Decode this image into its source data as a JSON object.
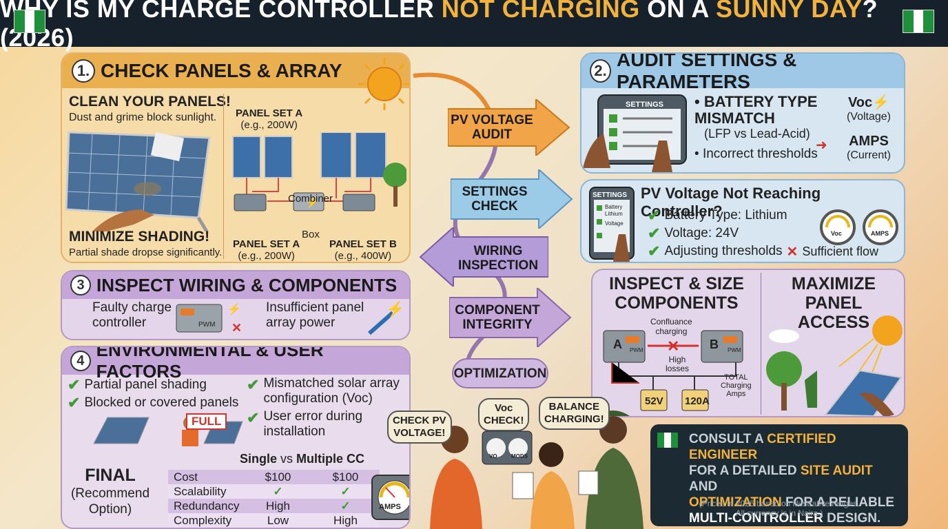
{
  "title": {
    "part1": "WHY IS MY CHARGE CONTROLLER ",
    "highlight1": "NOT CHARGING",
    "part2": " ON A ",
    "highlight2": "SUNNY DAY",
    "part3": "? (2026)"
  },
  "colors": {
    "title_bg": "#17212b",
    "highlight": "#f3b23b",
    "check": "#3f9b36",
    "cross": "#d3312a"
  },
  "panel1": {
    "num": "1.",
    "heading": "CHECK PANELS & ARRAY",
    "clean_title": "CLEAN YOUR PANELS!",
    "clean_text": "Dust and grime block sunlight.",
    "shade_title": "MINIMIZE SHADING!",
    "shade_text": "Partial shade dropse significantly.",
    "set_a_top": "PANEL SET A",
    "set_a_top_sub": "(e.g., 200W)",
    "combiner": "Combiner",
    "box": "Box",
    "set_a_bottom": "PANEL SET A",
    "set_a_bottom_sub": "(e.g., 200W)",
    "set_b_bottom": "PANEL SET B",
    "set_b_bottom_sub": "(e.g., 400W)"
  },
  "panel3": {
    "num": "3",
    "heading": "INSPECT WIRING & COMPONENTS",
    "item1": "Faulty charge\ncontroller",
    "item2": "Insufficient panel\narray power",
    "device_label": "PWM"
  },
  "panel4": {
    "num": "4",
    "heading": "ENVIRONMENTAL & USER FACTORS",
    "left_items": [
      "Partial panel shading",
      "Blocked or covered panels"
    ],
    "right_items": [
      "Mismatched solar array\nconfiguration (Voc)",
      "User error during\ninstallation"
    ],
    "full_label": "FULL",
    "final_title": "FINAL",
    "final_sub": "(Recommend\nOption)",
    "table_header_single": "Single",
    "table_header_vs": " vs ",
    "table_header_multi": "Multiple CC",
    "rows": [
      {
        "label": "Cost",
        "single": "$100",
        "multi": "$100"
      },
      {
        "label": "Scalability",
        "single": "✓",
        "multi": "✓"
      },
      {
        "label": "Redundancy",
        "single": "High",
        "multi": "✓"
      },
      {
        "label": "Complexity",
        "single": "Low",
        "multi": "High"
      }
    ],
    "gauge_label": "AMPS"
  },
  "flow": {
    "pv_voltage_audit": "PV VOLTAGE\nAUDIT",
    "settings_check": "SETTINGS\nCHECK",
    "wiring_inspection": "WIRING\nINSPECTION",
    "component_integrity": "COMPONENT\nINTEGRITY",
    "optimization": "OPTIMIZATION"
  },
  "panel2": {
    "num": "2.",
    "heading": "AUDIT SETTINGS & PARAMETERS",
    "tablet_title": "SETTINGS",
    "bullet1": "BATTERY TYPE\nMISMATCH",
    "bullet1_sub": "(LFP vs Lead-Acid)",
    "bullet2": "Incorrect thresholds",
    "voc": "Voc",
    "voc_sub": "(Voltage)",
    "amps": "AMPS",
    "amps_sub": "(Current)"
  },
  "panel2b": {
    "phone_title": "SETTINGS",
    "phone_lines": [
      "Battery",
      "Lithium",
      "Voltage"
    ],
    "heading": "PV Voltage Not Reaching Controller?",
    "items": [
      "Battery Type: Lithium",
      "Voltage: 24V",
      "Adjusting thresholds"
    ],
    "sufficient": "Sufficient flow",
    "gauge1": "Voc",
    "gauge2": "AMPS"
  },
  "panel5": {
    "left_title": "INSPECT & SIZE\nCOMPONENTS",
    "right_title": "MAXIMIZE PANEL\nACCESS",
    "confluence": "Confluance\ncharging",
    "high_losses": "High\nlosses",
    "box_a": "A",
    "box_b": "B",
    "box_label": "PWM",
    "batt1": "52V",
    "batt2": "120A",
    "total": "TOTAL\nCharging\nAmps"
  },
  "bubbles": {
    "check_pv": "CHECK PV\nVOLTAGE!",
    "voc_check": "Voc\nCHECK!",
    "balance": "BALANCE\nCHARGING!",
    "meter_labels": [
      "VO",
      "MODS"
    ]
  },
  "consult": {
    "line1a": "CONSULT A ",
    "line1b": "CERTIFIED ENGINEER",
    "line2a": "FOR A DETAILED ",
    "line2b": "SITE AUDIT",
    "line2c": " AND",
    "line3a": "OPTIMIZATION",
    "line3b": " FOR A RELIABLE",
    "line4a": "MULTI-CONTROLLER",
    "line4b": " DESIGN.",
    "note": "(Prices in 2026 based on illustrative ranges.\nAll currency is in Naira.)"
  }
}
